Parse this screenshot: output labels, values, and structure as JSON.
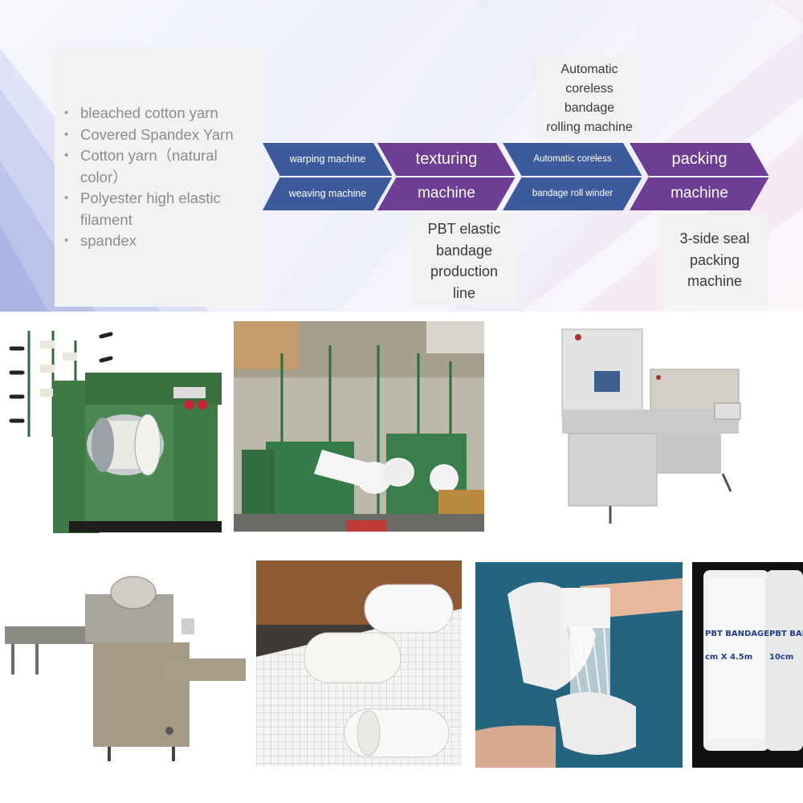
{
  "materials": {
    "items": [
      "bleached cotton yarn",
      "Covered Spandex Yarn",
      "Cotton yarn（natural color）",
      "Polyester high elastic filament",
      "spandex"
    ]
  },
  "process": {
    "step1": {
      "top_label": "warping machine",
      "bottom_label": "weaving machine",
      "color": "#3d5b9c"
    },
    "step2": {
      "top_label": "texturing",
      "bottom_label": "machine",
      "color": "#6d3e93"
    },
    "step3": {
      "top_label": "Automatic coreless",
      "bottom_label": "bandage roll winder",
      "color": "#3d5b9c"
    },
    "step4": {
      "top_label": "packing",
      "bottom_label": "machine",
      "color": "#6d3e93"
    }
  },
  "notes": {
    "top": [
      "Automatic",
      "coreless",
      "bandage",
      "rolling machine"
    ],
    "line": [
      "PBT elastic",
      "bandage",
      "production",
      "line"
    ],
    "seal": [
      "3-side seal",
      "packing",
      "machine"
    ]
  },
  "photos": {
    "warping": {
      "icon": "warping-machine-image"
    },
    "factory": {
      "icon": "weaving-factory-image"
    },
    "roll_winder": {
      "icon": "roll-winder-machine-image"
    },
    "packer": {
      "icon": "flow-packing-machine-image"
    },
    "rolls": {
      "icon": "gauze-bandage-rolls-image"
    },
    "hands": {
      "icon": "bandage-application-image"
    },
    "packaged": {
      "icon": "packaged-bandage-image",
      "label_a": "PBT BANDAGE",
      "label_b": "PBT BANDAGE",
      "size_a": "cm X 4.5m",
      "size_b": "10cm"
    }
  }
}
